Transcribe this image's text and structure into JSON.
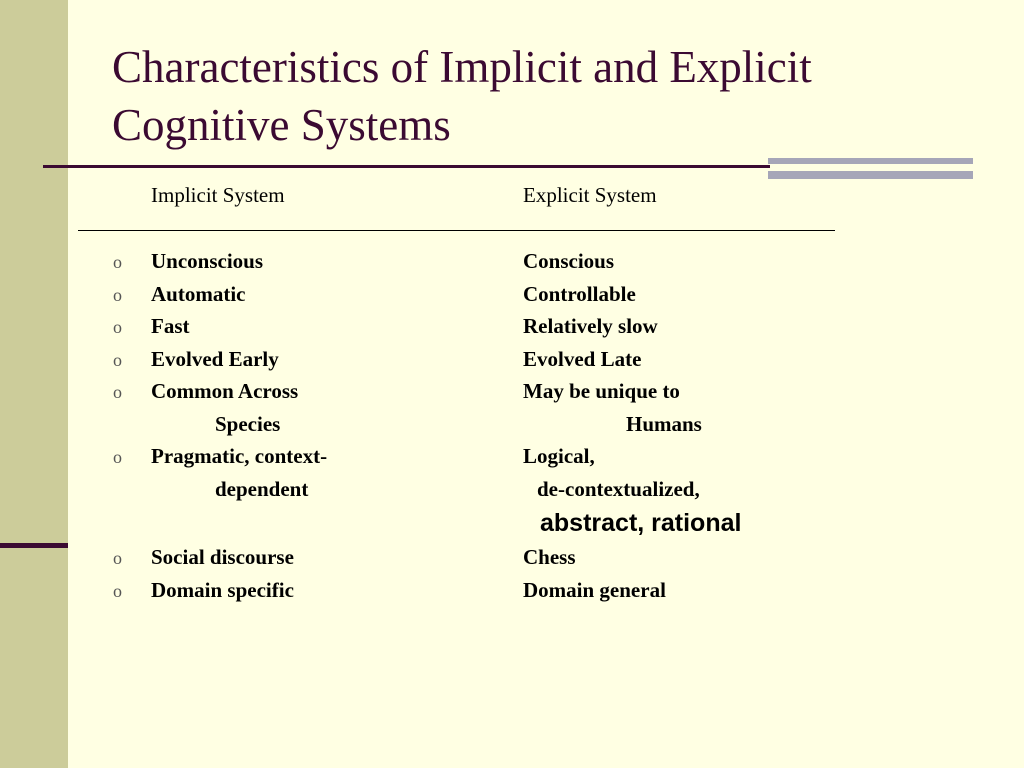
{
  "slide": {
    "title": "Characteristics of Implicit and Explicit Cognitive Systems",
    "colors": {
      "background": "#FFFFE3",
      "left_band": "#CCCC9A",
      "accent_dark": "#3B0A32",
      "accent_gray": "#A6A6B8"
    }
  },
  "table": {
    "headers": {
      "implicit": "Implicit System",
      "explicit": "Explicit System"
    },
    "bullet_glyph": "o",
    "rows": [
      {
        "implicit": "Unconscious",
        "explicit": "Conscious"
      },
      {
        "implicit": "Automatic",
        "explicit": "Controllable"
      },
      {
        "implicit": "Fast",
        "explicit": "Relatively slow"
      },
      {
        "implicit": "Evolved Early",
        "explicit": "Evolved Late"
      },
      {
        "implicit": "Common Across",
        "implicit_cont": "Species",
        "explicit": "May be unique to",
        "explicit_cont": "Humans"
      },
      {
        "implicit": "Pragmatic, context-",
        "implicit_cont": "dependent",
        "explicit": "Logical,",
        "explicit_cont": "de-contextualized,",
        "explicit_cont2": "abstract, rational"
      },
      {
        "implicit": "Social discourse",
        "explicit": "Chess"
      },
      {
        "implicit": "Domain specific",
        "explicit": "Domain general"
      }
    ]
  }
}
